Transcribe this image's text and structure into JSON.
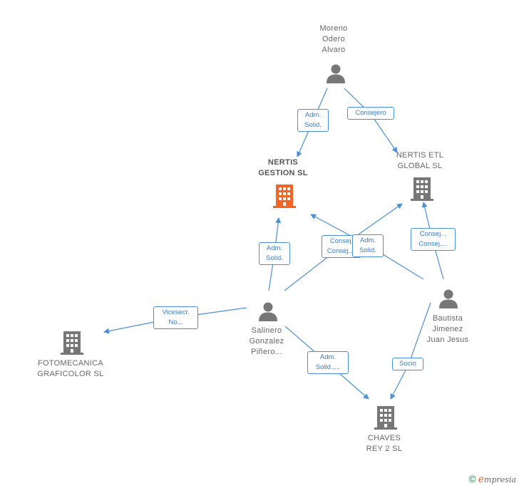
{
  "nodes": {
    "moreno": {
      "lines": [
        "Moreno",
        "Odero",
        "Alvaro"
      ],
      "kind": "person"
    },
    "nertis_gestion": {
      "lines": [
        "NERTIS",
        "GESTION  SL"
      ],
      "kind": "company-main"
    },
    "nertis_etl": {
      "lines": [
        "NERTIS ETL",
        "GLOBAL  SL"
      ],
      "kind": "company"
    },
    "salinero": {
      "lines": [
        "Salinero",
        "Gonzalez",
        "Piñero..."
      ],
      "kind": "person"
    },
    "bautista": {
      "lines": [
        "Bautista",
        "Jimenez",
        "Juan Jesus"
      ],
      "kind": "person"
    },
    "fotomecanica": {
      "lines": [
        "FOTOMECANICA",
        "GRAFICOLOR SL"
      ],
      "kind": "company"
    },
    "chaves": {
      "lines": [
        "CHAVES",
        "REY 2  SL"
      ],
      "kind": "company"
    }
  },
  "edges": [
    {
      "from": "moreno",
      "to": "nertis_gestion",
      "label": [
        "Adm.",
        "Solid."
      ]
    },
    {
      "from": "moreno",
      "to": "nertis_etl",
      "label": [
        "Consejero"
      ]
    },
    {
      "from": "salinero",
      "to": "nertis_gestion",
      "label": [
        "Adm.",
        "Solid."
      ]
    },
    {
      "from": "salinero",
      "to": "nertis_etl",
      "label": [
        "Consej.",
        "Consej...."
      ]
    },
    {
      "from": "bautista",
      "to": "nertis_gestion",
      "label": [
        "Adm.",
        "Solid."
      ]
    },
    {
      "from": "bautista",
      "to": "nertis_etl",
      "label": [
        "Consej. ,",
        "Consej...."
      ]
    },
    {
      "from": "salinero",
      "to": "fotomecanica",
      "label": [
        "Vicesecr.",
        "No..."
      ]
    },
    {
      "from": "salinero",
      "to": "chaves",
      "label": [
        "Adm.",
        "Solid.,..."
      ]
    },
    {
      "from": "bautista",
      "to": "chaves",
      "label": [
        "Socio"
      ]
    }
  ],
  "colors": {
    "edge": "#4a90d9",
    "icon": "#777777",
    "highlight": "#f26522"
  },
  "footer": {
    "copyright": "©",
    "brand_first": "e",
    "brand_rest": "mpresia"
  }
}
